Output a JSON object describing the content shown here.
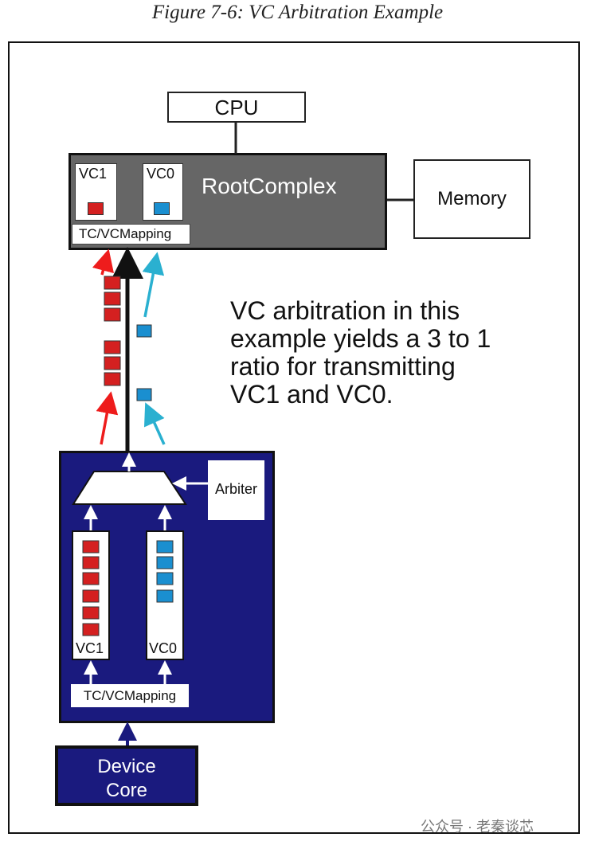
{
  "figure": {
    "caption": "Figure 7-6: VC Arbitration Example"
  },
  "cpu": {
    "label": "CPU"
  },
  "root_complex": {
    "label": "RootComplex",
    "vc1_label": "VC1",
    "vc0_label": "VC0",
    "mapping_label": "TC/VCMapping",
    "vc1_queued": 1,
    "vc0_queued": 1
  },
  "memory": {
    "label": "Memory"
  },
  "note": {
    "line1": "VC arbitration in this",
    "line2": "example yields a 3 to 1",
    "line3": "ratio for transmitting",
    "line4": "VC1 and VC0."
  },
  "device": {
    "arbiter_label": "Arbiter",
    "vc1_label": "VC1",
    "vc0_label": "VC0",
    "vc1_queued": 6,
    "vc0_queued": 4,
    "mapping_label": "TC/VCMapping",
    "core_line1": "Device",
    "core_line2": "Core"
  },
  "link": {
    "vc1_packets_group1": 3,
    "vc1_packets_group2": 3,
    "vc0_packets_group1": 1,
    "vc0_packets_group2": 1,
    "ratio": "3 to 1"
  },
  "colors": {
    "vc1": "#d42020",
    "vc0": "#1a8fd0",
    "device_bg": "#1a1a7e",
    "root_bg": "#666666",
    "arrow_vc0": "#2ab0d0"
  },
  "watermark": {
    "text": "公众号 · 老秦谈芯"
  }
}
